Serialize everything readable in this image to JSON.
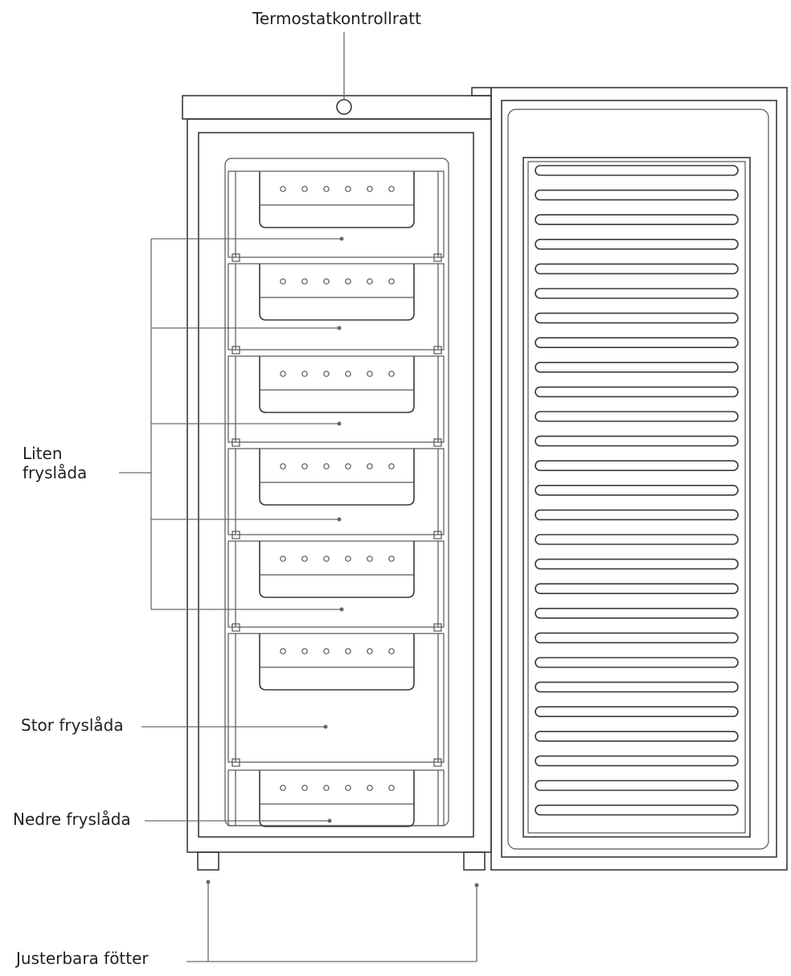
{
  "labels": {
    "thermostat": "Termostatkontrollratt",
    "small_drawer_line1": "Liten",
    "small_drawer_line2": "fryslåda",
    "large_drawer": "Stor fryslåda",
    "bottom_drawer": "Nedre fryslåda",
    "feet": "Justerbara fötter"
  },
  "counts": {
    "small_drawers": 5,
    "large_drawers": 1,
    "bottom_drawers": 1,
    "door_slats": 27,
    "drawer_holes": 6,
    "feet": 2
  }
}
